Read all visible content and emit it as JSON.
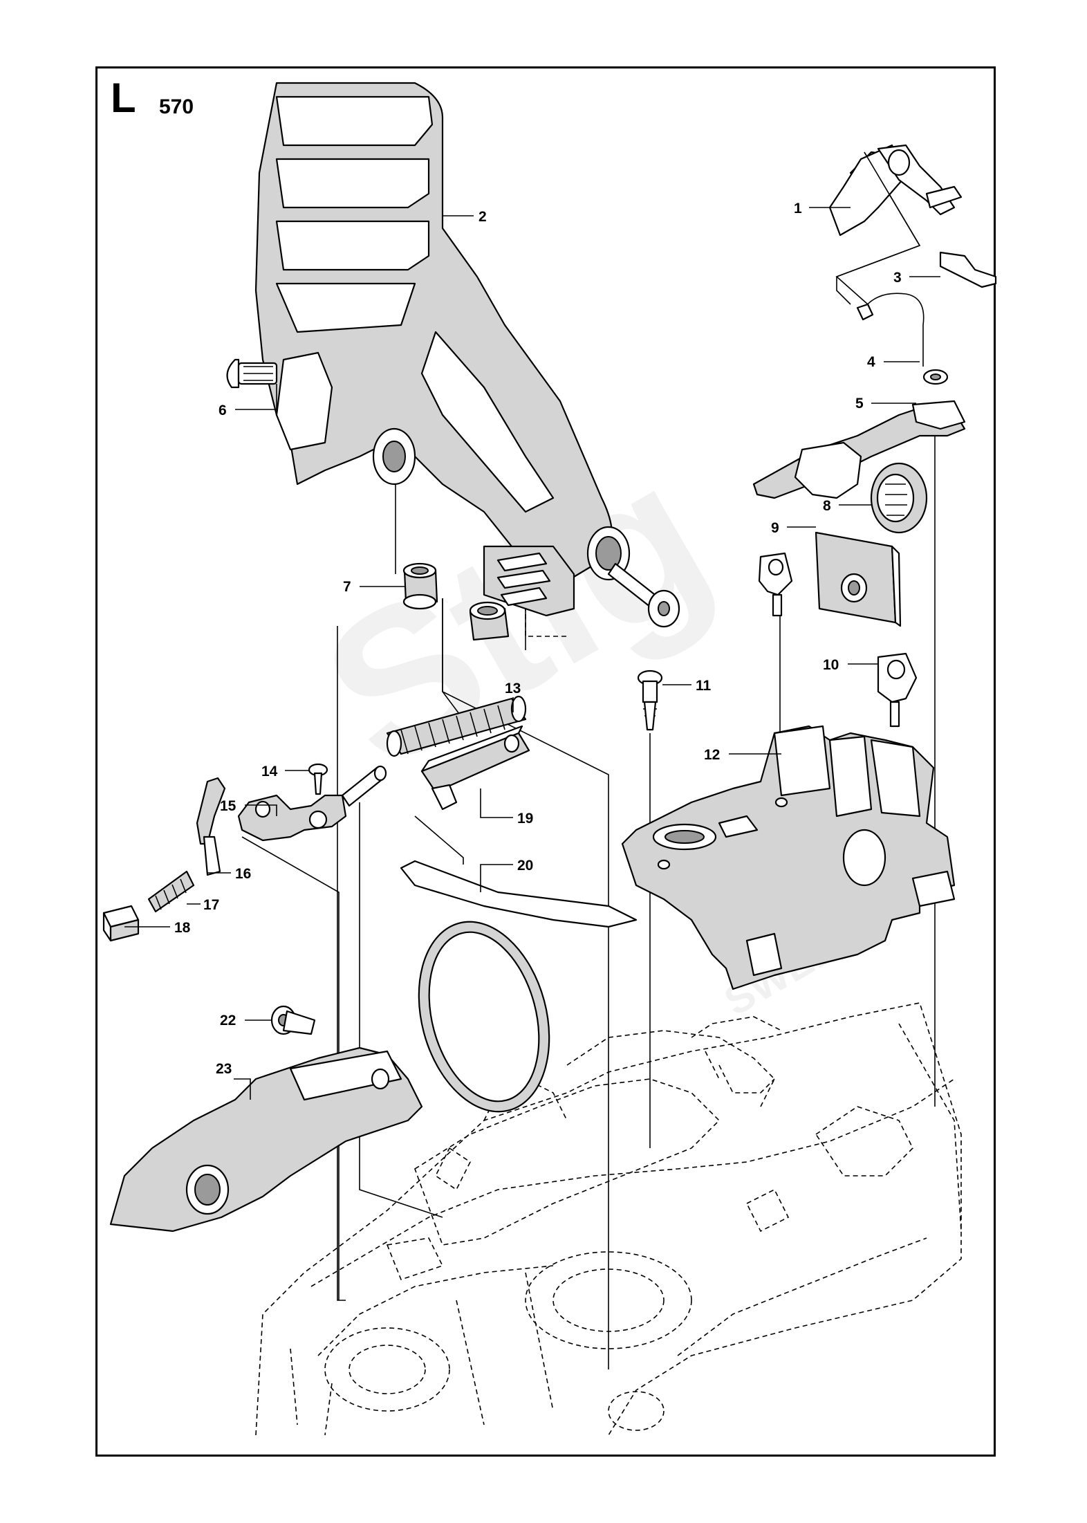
{
  "diagram": {
    "section_letter": "L",
    "model_number": "570",
    "watermark_brand": "Stig",
    "watermark_sub": "SWEDEN",
    "part_labels": [
      "1",
      "2",
      "3",
      "4",
      "5",
      "6",
      "7",
      "8",
      "9",
      "10",
      "11",
      "12",
      "13",
      "14",
      "15",
      "16",
      "17",
      "18",
      "19",
      "20",
      "22",
      "23"
    ]
  }
}
